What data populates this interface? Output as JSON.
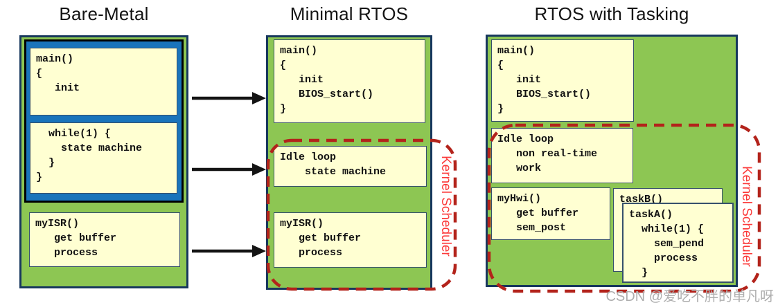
{
  "columns": {
    "bare_metal": {
      "title": "Bare-Metal",
      "main_code": "main()\n{\n   init",
      "while_code": "  while(1) {\n    state machine\n  }\n}",
      "isr_code": "myISR()\n   get buffer\n   process"
    },
    "minimal_rtos": {
      "title": "Minimal RTOS",
      "main_code": "main()\n{\n   init\n   BIOS_start()\n}",
      "idle_code": "Idle loop\n    state machine",
      "isr_code": "myISR()\n   get buffer\n   process",
      "kernel_label": "Kernel Scheduler"
    },
    "rtos_tasking": {
      "title": "RTOS with Tasking",
      "main_code": "main()\n{\n   init\n   BIOS_start()\n}",
      "idle_code": "Idle loop\n   non real-time\n   work",
      "hwi_code": "myHwi()\n   get buffer\n   sem_post",
      "taskb_code": "taskB()",
      "taska_code": "taskA()\n  while(1) {\n    sem_pend\n    process\n  }",
      "kernel_label": "Kernel Scheduler"
    }
  },
  "watermark": "CSDN @爱吃不胖的单凡呀",
  "colors": {
    "panel_green": "#8dc653",
    "panel_border_navy": "#17375d",
    "superloop_blue": "#1974bb",
    "codebox_yellow": "#ffffd2",
    "kernel_dash_red": "#b3231b",
    "kernel_text_red": "#fb3a3a",
    "arrow_black": "#141414"
  }
}
